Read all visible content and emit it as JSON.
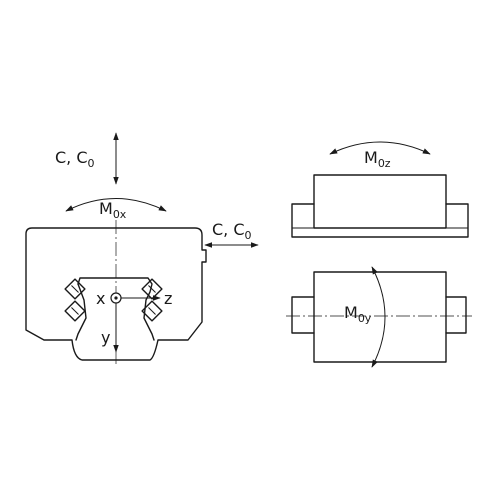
{
  "labels": {
    "load_vertical": {
      "main": "C, C",
      "sub": "0"
    },
    "load_lateral": {
      "main": "C, C",
      "sub": "0"
    },
    "moment_x": {
      "main": "M",
      "sub": "0x"
    },
    "moment_z": {
      "main": "M",
      "sub": "0z"
    },
    "moment_y": {
      "main": "M",
      "sub": "0y"
    },
    "axis_x": "x",
    "axis_y": "y",
    "axis_z": "z"
  }
}
